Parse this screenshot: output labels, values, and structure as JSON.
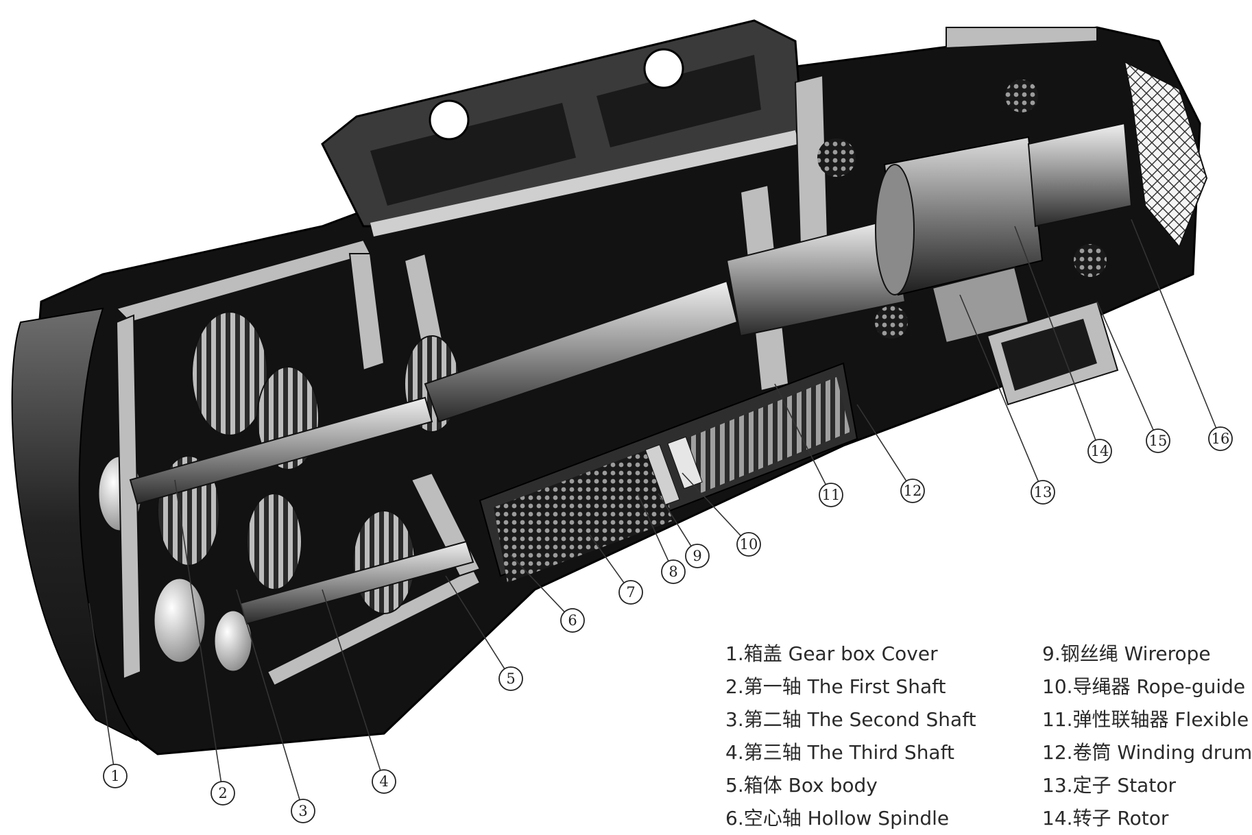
{
  "diagram": {
    "callouts": [
      "1",
      "2",
      "3",
      "4",
      "5",
      "6",
      "7",
      "8",
      "9",
      "10",
      "11",
      "12",
      "13",
      "14",
      "15",
      "16"
    ],
    "legend_left": [
      "1.箱盖  Gear box Cover",
      "2.第一轴  The First Shaft",
      "3.第二轴 The Second Shaft",
      "4.第三轴 The Third Shaft",
      "5.箱体 Box body",
      "6.空心轴 Hollow Spindle"
    ],
    "legend_right": [
      "9.钢丝绳 Wirerope",
      "10.导绳器 Rope-guide",
      "11.弹性联轴器 Flexible",
      "12.卷筒 Winding drum",
      "13.定子 Stator",
      "14.转子 Rotor"
    ]
  },
  "colors": {
    "background": "#ffffff",
    "metal_dark": "#0d0d0d",
    "metal_mid": "#5a5a5a",
    "metal_light": "#cfcfcf",
    "leader": "#333333"
  }
}
